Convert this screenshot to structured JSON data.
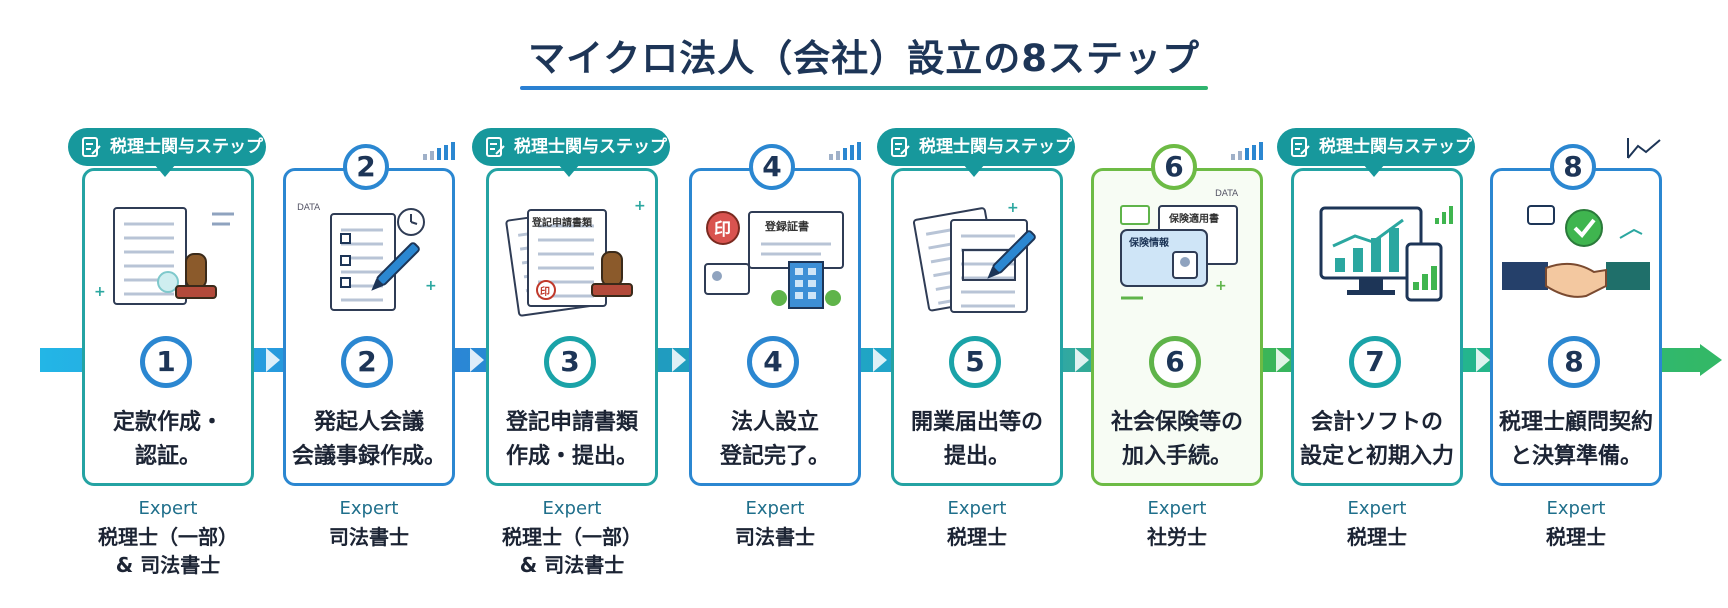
{
  "title": "マイクロ法人（会社）設立の8ステップ",
  "badge_label": "税理士関与ステップ",
  "expert_label": "Expert",
  "steps": [
    {
      "number": "1",
      "label_lines": [
        "定款作成・",
        "認証。"
      ],
      "expert_lines": [
        "税理士（一部）",
        "& 司法書士"
      ],
      "badge": true
    },
    {
      "number": "2",
      "label_lines": [
        "発起人会議",
        "会議事録作成。"
      ],
      "expert_lines": [
        "司法書士"
      ],
      "badge": false
    },
    {
      "number": "3",
      "label_lines": [
        "登記申請書類",
        "作成・提出。"
      ],
      "expert_lines": [
        "税理士（一部）",
        "& 司法書士"
      ],
      "badge": true
    },
    {
      "number": "4",
      "label_lines": [
        "法人設立",
        "登記完了。"
      ],
      "expert_lines": [
        "司法書士"
      ],
      "badge": false
    },
    {
      "number": "5",
      "label_lines": [
        "開業届出等の",
        "提出。"
      ],
      "expert_lines": [
        "税理士"
      ],
      "badge": true
    },
    {
      "number": "6",
      "label_lines": [
        "社会保険等の",
        "加入手続。"
      ],
      "expert_lines": [
        "社労士"
      ],
      "badge": false
    },
    {
      "number": "7",
      "label_lines": [
        "会計ソフトの",
        "設定と初期入力"
      ],
      "expert_lines": [
        "税理士"
      ],
      "badge": true
    },
    {
      "number": "8",
      "label_lines": [
        "税理士顧問契約",
        "と決算準備。"
      ],
      "expert_lines": [
        "税理士"
      ],
      "badge": false
    }
  ],
  "illustration_text": {
    "step2_small": "DATA",
    "step3_doc": "登記申請書類",
    "step3_seal": "印",
    "step4_cert": "登録証書",
    "step4_seal": "印",
    "step6_small": "DATA",
    "step6_card1": "保険情報",
    "step6_card2": "保険適用書"
  },
  "colors": {
    "teal": "#17989c",
    "blue": "#2b87d1",
    "green": "#6dbb45",
    "navy": "#1d3557"
  },
  "icons": [
    "document-edit-icon",
    "bar-chart-icon",
    "stamp-icon",
    "pen-icon",
    "clock-icon",
    "building-icon",
    "id-card-icon",
    "monitor-chart-icon",
    "handshake-icon",
    "check-icon",
    "trend-arrow-icon"
  ]
}
